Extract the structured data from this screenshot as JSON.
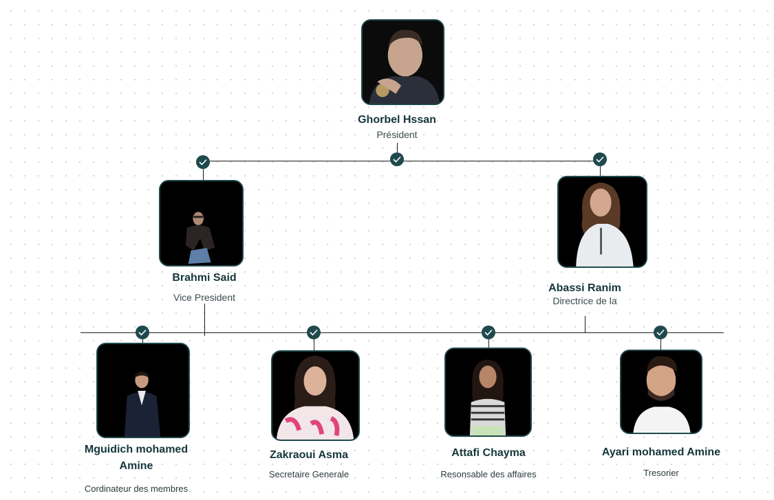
{
  "title": "",
  "colors": {
    "node_border": "#1f4a4d",
    "check": "#1f4a4d",
    "connector": "#1c1c1c",
    "name_text": "#15363a"
  },
  "icons": {
    "connector_check": "check-icon",
    "member_photo": "person-photo"
  },
  "president": {
    "name": "Ghorbel Hssan",
    "role": "Président"
  },
  "vice_president": {
    "name": "Brahmi Said",
    "role": "Vice President"
  },
  "director": {
    "name": "Abassi Ranim",
    "role": "Directrice de la"
  },
  "members": [
    {
      "name": "Mguidich mohamed Amine",
      "role": "Cordinateur des membres"
    },
    {
      "name": "Zakraoui Asma",
      "role": "Secretaire Generale"
    },
    {
      "name": "Attafi Chayma",
      "role": "Resonsable des affaires"
    },
    {
      "name": "Ayari mohamed Amine",
      "role": "Tresorier"
    }
  ]
}
